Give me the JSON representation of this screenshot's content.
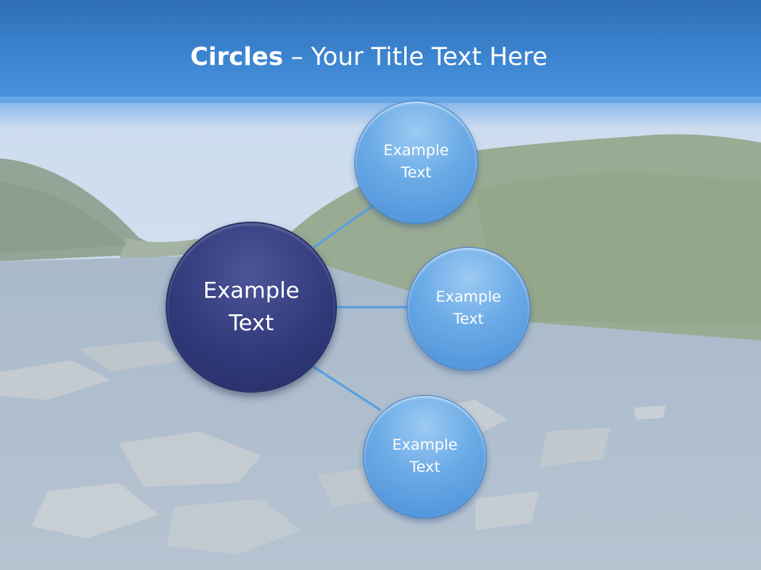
{
  "slide": {
    "title_strong": "Circles",
    "title_rest": " – Your Title Text Here"
  },
  "diagram": {
    "center_label": "Example\nText",
    "satellites": [
      {
        "label": "Example\nText"
      },
      {
        "label": "Example\nText"
      },
      {
        "label": "Example\nText"
      }
    ]
  },
  "colors": {
    "header": "#3d86d2",
    "center_fill": "#313a7a",
    "satellite_fill": "#6aaae6",
    "connector": "#5aa0e0"
  }
}
